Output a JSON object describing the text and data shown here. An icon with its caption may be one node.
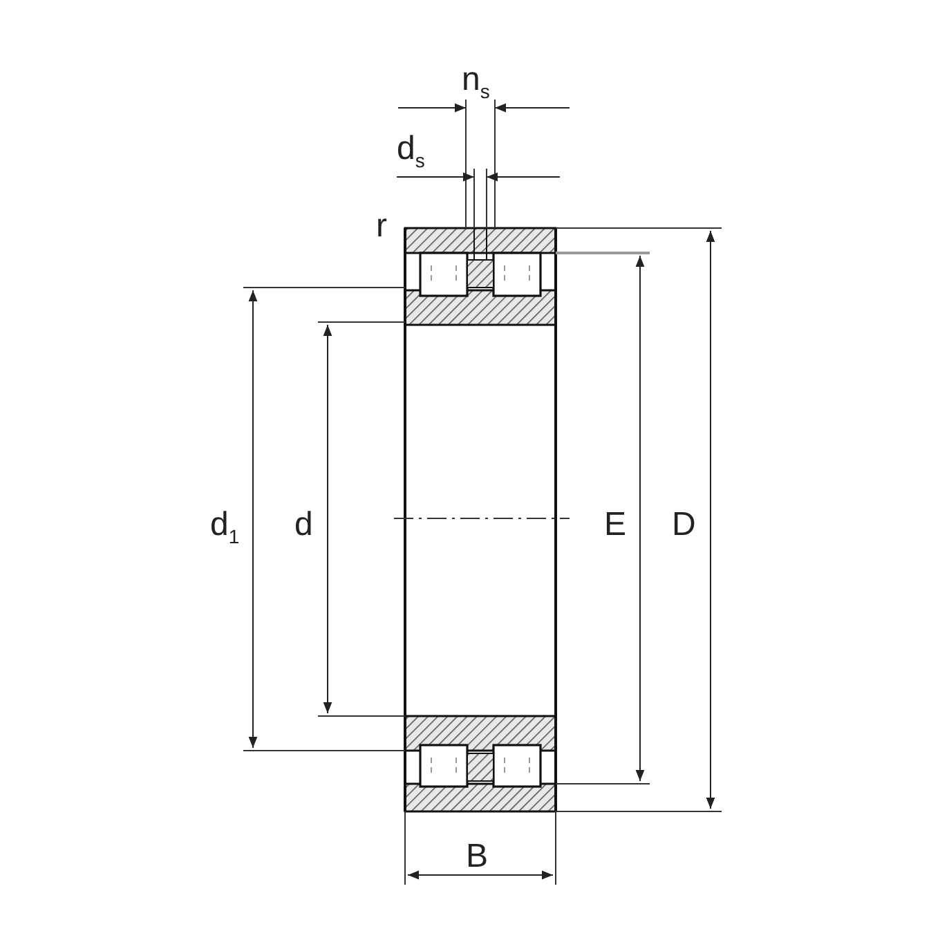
{
  "diagram": {
    "labels": [
      "n$_{s}$",
      "d$_{s}$",
      "r",
      "d$_{1}$",
      "d",
      "E",
      "D",
      "B"
    ]
  }
}
